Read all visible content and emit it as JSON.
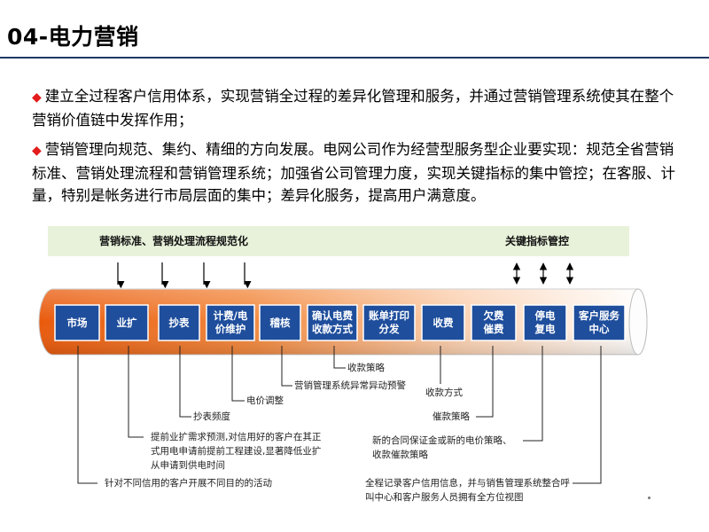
{
  "header": {
    "title": "04-电力营销"
  },
  "bullets": [
    {
      "icon": "diamond-icon",
      "text": "建立全过程客户信用体系，实现营销全过程的差异化管理和服务，并通过营销管理系统使其在整个营销价值链中发挥作用；"
    },
    {
      "icon": "diamond-icon",
      "text": "营销管理向规范、集约、精细的方向发展。电网公司作为经营型服务型企业要实现：规范全省营销标准、营销处理流程和营销管理系统；加强省公司管理力度，实现关键指标的集中管控；在客服、计量，特别是帐务进行市局层面的集中；差异化服务，提高用户满意度。"
    }
  ],
  "diagram": {
    "banner_left": "营销标准、营销处理流程规范化",
    "banner_right": "关键指标管控",
    "steps": [
      "市场",
      "业扩",
      "抄表",
      "计费/电价维护",
      "稽核",
      "确认电费收款方式",
      "账单打印分发",
      "收费",
      "欠费催费",
      "停电复电",
      "客户服务中心"
    ],
    "notes": {
      "shoukuan": "收款策略",
      "yichang": "营销管理系统异常异动预警",
      "dianjia": "电价调整",
      "chaobiao": "抄表频度",
      "yekuo": "提前业扩需求预测,对信用好的客户在其正式用电申请前提前工程建设,显著降低业扩从申请到供电时间",
      "xinyong": "针对不同信用的客户开展不同目的的活动",
      "shoufei": "收款方式",
      "cuifei": "催款策略",
      "hetong": "新的合同保证金或新的电价策略、收款催款策略",
      "kefu": "全程记录客户信用信息，并与销售管理系统整合呼叫中心和客户服务人员拥有全方位视图"
    },
    "colors": {
      "box": "#1f4e9c",
      "pipe_start": "#e95a0c",
      "pipe_end": "#ffffff",
      "banner": "#e8f2da",
      "accent": "#e41b1b"
    }
  }
}
